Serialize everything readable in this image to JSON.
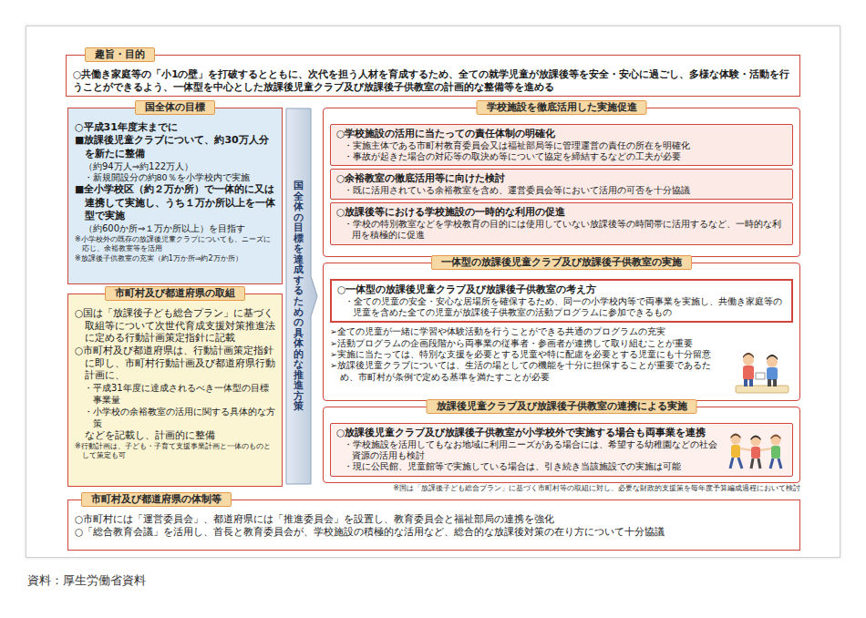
{
  "diagram": {
    "caption": "資料：厚生労働省資料",
    "nodes": [
      {
        "text": [
          "趣旨・目的",
          "○共働き家庭等の「小1の壁」を打破するとともに、次代を担う人材を育成するため、全ての就学児童が放課後等を安全・安心に過ごし、多様な体験・活動を行うことができるよう、一体型を中心とした放課後児童クラブ及び放課後子供教室の計画的な整備等を進める"
        ]
      },
      {
        "text": [
          "国全体の目標",
          "○平成31年度末までに",
          "■放課後児童クラブについて、約30万人分を新たに整備",
          "（約94万人⇒約122万人）",
          "・新規開設分の約80％を小学校内で実施",
          "■全小学校区（約２万か所）で一体的に又は連携して実施し、うち１万か所以上を一体型で実施",
          "（約600か所⇒１万か所以上）を目指す",
          "※小学校外の既存の放課後児童クラブについても、ニーズに応じ、余裕教室等を活用",
          "※放課後子供教室の充実（約1万か所⇒約2万か所）"
        ]
      },
      {
        "text": [
          "市町村及び都道府県の取組",
          "○国は「放課後子ども総合プラン」に基づく取組等について次世代育成支援対策推進法に定める行動計画策定指針に記載",
          "○市町村及び都道府県は、行動計画策定指針に即し、市町村行動計画及び都道府県行動計画に、",
          "・平成31年度に達成されるべき一体型の目標事業量",
          "・小学校の余裕教室の活用に関する具体的な方策",
          "などを記載し、計画的に整備",
          "※行動計画は、子ども・子育て支援事業計画と一体のものとして策定も可"
        ]
      },
      {
        "text": [
          "国全体の目標を達成するための具体的な推進方策"
        ]
      },
      {
        "text": [
          "学校施設を徹底活用した実施促進"
        ]
      },
      {
        "text": [
          "○学校施設の活用に当たっての責任体制の明確化",
          "・実施主体である市町村教育委員会又は福祉部局等に管理運営の責任の所在を明確化",
          "・事故が起きた場合の対応等の取決め等について協定を締結するなどの工夫が必要"
        ],
        "in": 4
      },
      {
        "text": [
          "○余裕教室の徹底活用等に向けた検討",
          "・既に活用されている余裕教室を含め、運営委員会等において活用の可否を十分協議"
        ],
        "in": 4
      },
      {
        "text": [
          "○放課後等における学校施設の一時的な利用の促進",
          "・学校の特別教室などを学校教育の目的には使用していない放課後等の時間帯に活用するなど、一時的な利用を積極的に促進"
        ],
        "in": 4
      },
      {
        "text": [
          "一体型の放課後児童クラブ及び放課後子供教室の実施",
          "➢全ての児童が一緒に学習や体験活動を行うことができる共通のプログラムの充実",
          "➢活動プログラムの企画段階から両事業の従事者・参画者が連携して取り組むことが重要",
          "➢実施に当たっては、特別な支援を必要とする児童や特に配慮を必要とする児童にも十分留意",
          "➢放課後児童クラブについては、生活の場としての機能を十分に担保することが重要であるため、市町村が条例で定める基準を満たすことが必要"
        ]
      },
      {
        "text": [
          "○一体型の放課後児童クラブ及び放課後子供教室の考え方",
          "・全ての児童の安全・安心な居場所を確保するため、同一の小学校内等で両事業を実施し、共働き家庭等の児童を含めた全ての児童が放課後子供教室の活動プログラムに参加できるもの"
        ],
        "in": 8
      },
      {
        "text": [
          "放課後児童クラブ及び放課後子供教室の連携による実施"
        ]
      },
      {
        "text": [
          "○放課後児童クラブ及び放課後子供教室が小学校外で実施する場合も両事業を連携",
          "・学校施設を活用してもなお地域に利用ニーズがある場合には、希望する幼稚園などの社会資源の活用も検討",
          "・現に公民館、児童館等で実施している場合は、引き続き当該施設での実施は可能"
        ],
        "in": 10
      },
      {
        "text": [
          "市町村及び都道府県の体制等",
          "○市町村には「運営委員会」、都道府県には「推進委員会」を設置し、教育委員会と福祉部局の連携を強化",
          "○「総合教育会議」を活用し、首長と教育委員会が、学校施設の積極的な活用など、総合的な放課後対策の在り方について十分協議"
        ]
      }
    ],
    "labels": [
      "※国は「放課後子ども総合プラン」に基づく市町村等の取組に対し、必要な財政的支援策を毎年度予算編成過程において検討"
    ]
  }
}
